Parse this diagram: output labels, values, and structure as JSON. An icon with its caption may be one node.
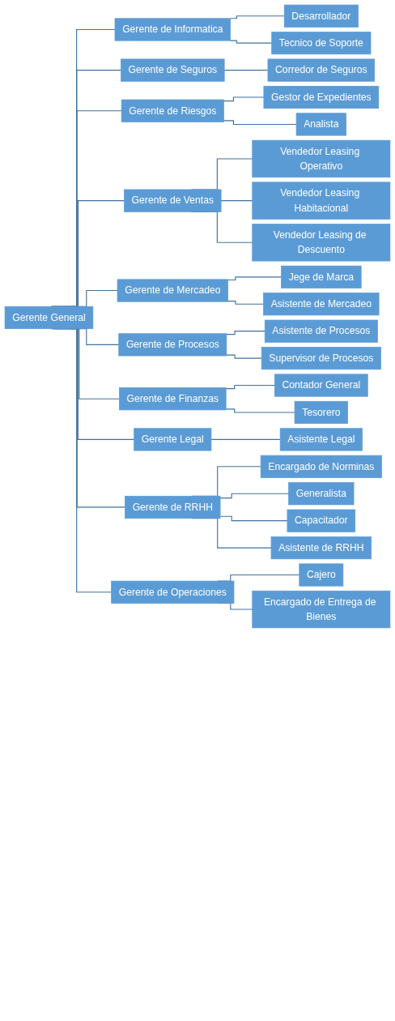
{
  "diagram": {
    "nodes": [
      {
        "text": [
          "Gerente General"
        ]
      },
      {
        "text": [
          "Gerente de Informatica"
        ]
      },
      {
        "text": [
          "Desarrollador"
        ]
      },
      {
        "text": [
          "Tecnico de Soporte"
        ]
      },
      {
        "text": [
          "Gerente de Seguros"
        ]
      },
      {
        "text": [
          "Corredor de Seguros"
        ]
      },
      {
        "text": [
          "Gerente de Riesgos"
        ]
      },
      {
        "text": [
          "Gestor de Expedientes"
        ]
      },
      {
        "text": [
          "Analista"
        ]
      },
      {
        "text": [
          "Gerente de Ventas"
        ]
      },
      {
        "text": [
          "Vendedor Leasing Operativo"
        ]
      },
      {
        "text": [
          "Vendedor Leasing Habitacional"
        ]
      },
      {
        "text": [
          "Vendedor Leasing de Descuento"
        ]
      },
      {
        "text": [
          "Gerente de Mercadeo"
        ]
      },
      {
        "text": [
          "Jege de Marca"
        ]
      },
      {
        "text": [
          "Asistente de Mercadeo"
        ]
      },
      {
        "text": [
          "Gerente de Procesos"
        ]
      },
      {
        "text": [
          "Asistente de Procesos"
        ]
      },
      {
        "text": [
          "Supervisor de Procesos"
        ]
      },
      {
        "text": [
          "Gerente de Finanzas"
        ]
      },
      {
        "text": [
          "Contador General"
        ]
      },
      {
        "text": [
          "Tesorero"
        ]
      },
      {
        "text": [
          "Gerente Legal"
        ]
      },
      {
        "text": [
          "Asistente Legal"
        ]
      },
      {
        "text": [
          "Gerente de RRHH"
        ]
      },
      {
        "text": [
          "Encargado de Norminas"
        ]
      },
      {
        "text": [
          "Generalista"
        ]
      },
      {
        "text": [
          "Capacitador"
        ]
      },
      {
        "text": [
          "Asistente de RRHH"
        ]
      },
      {
        "text": [
          "Gerente de Operaciones"
        ]
      },
      {
        "text": [
          "Cajero"
        ]
      },
      {
        "text": [
          "Encargado de Entrega de Bienes"
        ]
      }
    ],
    "edges": [
      {
        "from": 0,
        "to": 1,
        "arrow": "none"
      },
      {
        "from": 1,
        "to": 2,
        "arrow": "none"
      },
      {
        "from": 1,
        "to": 3,
        "arrow": "none"
      },
      {
        "from": 0,
        "to": 4,
        "arrow": "none"
      },
      {
        "from": 4,
        "to": 5,
        "arrow": "none"
      },
      {
        "from": 0,
        "to": 6,
        "arrow": "none"
      },
      {
        "from": 6,
        "to": 7,
        "arrow": "none"
      },
      {
        "from": 6,
        "to": 8,
        "arrow": "none"
      },
      {
        "from": 0,
        "to": 9,
        "arrow": "none"
      },
      {
        "from": 9,
        "to": 10,
        "arrow": "none"
      },
      {
        "from": 9,
        "to": 11,
        "arrow": "none"
      },
      {
        "from": 9,
        "to": 12,
        "arrow": "none"
      },
      {
        "from": 0,
        "to": 13,
        "arrow": "none"
      },
      {
        "from": 13,
        "to": 14,
        "arrow": "none"
      },
      {
        "from": 13,
        "to": 15,
        "arrow": "none"
      },
      {
        "from": 0,
        "to": 16,
        "arrow": "none"
      },
      {
        "from": 16,
        "to": 17,
        "arrow": "none"
      },
      {
        "from": 16,
        "to": 18,
        "arrow": "none"
      },
      {
        "from": 0,
        "to": 19,
        "arrow": "none"
      },
      {
        "from": 19,
        "to": 20,
        "arrow": "none"
      },
      {
        "from": 19,
        "to": 21,
        "arrow": "none"
      },
      {
        "from": 0,
        "to": 22,
        "arrow": "none"
      },
      {
        "from": 22,
        "to": 23,
        "arrow": "none"
      },
      {
        "from": 0,
        "to": 24,
        "arrow": "none"
      },
      {
        "from": 24,
        "to": 25,
        "arrow": "none"
      },
      {
        "from": 24,
        "to": 26,
        "arrow": "none"
      },
      {
        "from": 24,
        "to": 27,
        "arrow": "none"
      },
      {
        "from": 24,
        "to": 28,
        "arrow": "none"
      },
      {
        "from": 0,
        "to": 29,
        "arrow": "none"
      },
      {
        "from": 29,
        "to": 30,
        "arrow": "none"
      },
      {
        "from": 29,
        "to": 31,
        "arrow": "none"
      }
    ]
  }
}
